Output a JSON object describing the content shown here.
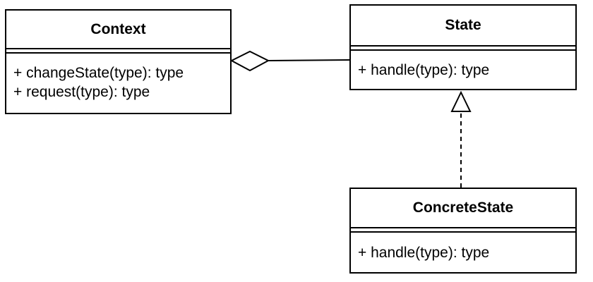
{
  "diagram": {
    "classes": {
      "context": {
        "name": "Context",
        "methods": [
          "+ changeState(type): type",
          "+ request(type): type"
        ]
      },
      "state": {
        "name": "State",
        "methods": [
          "+ handle(type): type"
        ]
      },
      "concrete_state": {
        "name": "ConcreteState",
        "methods": [
          "+ handle(type): type"
        ]
      }
    },
    "relationships": [
      {
        "from": "Context",
        "to": "State",
        "type": "aggregation"
      },
      {
        "from": "ConcreteState",
        "to": "State",
        "type": "realization"
      }
    ]
  }
}
